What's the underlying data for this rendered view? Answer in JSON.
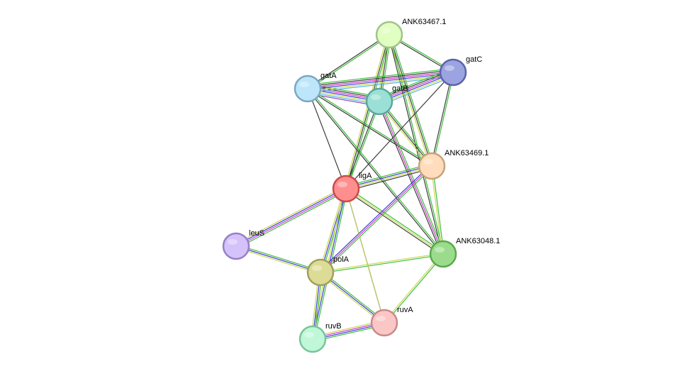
{
  "network": {
    "nodes": [
      {
        "id": "ANK63467",
        "label": "ANK63467.1",
        "fill": "#e0ffc0",
        "stroke": "#a3c28a"
      },
      {
        "id": "gatC",
        "label": "gatC",
        "fill": "#9ba3e0",
        "stroke": "#5a63a8"
      },
      {
        "id": "gatA",
        "label": "gatA",
        "fill": "#bde6fb",
        "stroke": "#7aa8c4"
      },
      {
        "id": "gatB",
        "label": "gatB",
        "fill": "#9be0d6",
        "stroke": "#5aa89e"
      },
      {
        "id": "ANK63469",
        "label": "ANK63469.1",
        "fill": "#ffdcbb",
        "stroke": "#c8a17c"
      },
      {
        "id": "ligA",
        "label": "ligA",
        "fill": "#ff8f8f",
        "stroke": "#cc4a4a"
      },
      {
        "id": "leuS",
        "label": "leuS",
        "fill": "#d5c2fb",
        "stroke": "#9680c4"
      },
      {
        "id": "ANK63048",
        "label": "ANK63048.1",
        "fill": "#9bdc8c",
        "stroke": "#5ca84c"
      },
      {
        "id": "polA",
        "label": "polA",
        "fill": "#dcdc96",
        "stroke": "#a0a05a"
      },
      {
        "id": "ruvA",
        "label": "ruvA",
        "fill": "#fbc6c6",
        "stroke": "#c88a8a"
      },
      {
        "id": "ruvB",
        "label": "ruvB",
        "fill": "#bff7d8",
        "stroke": "#7ac49a"
      }
    ],
    "edge_colors": {
      "green": "#33bb33",
      "black": "#333333",
      "yellow": "#c8d648",
      "magenta": "#cc33cc",
      "blue": "#3333cc",
      "lightblue": "#4ab3e0",
      "purple": "#8a3bb0"
    },
    "edges": [
      {
        "a": "ANK63467",
        "b": "gatA",
        "types": [
          "green",
          "black"
        ]
      },
      {
        "a": "ANK63467",
        "b": "gatB",
        "types": [
          "green",
          "black",
          "yellow"
        ]
      },
      {
        "a": "ANK63467",
        "b": "gatC",
        "types": [
          "green",
          "black"
        ]
      },
      {
        "a": "ANK63467",
        "b": "ligA",
        "types": [
          "green",
          "black",
          "yellow"
        ]
      },
      {
        "a": "ANK63467",
        "b": "ANK63469",
        "types": [
          "green",
          "black",
          "yellow"
        ]
      },
      {
        "a": "ANK63467",
        "b": "ANK63048",
        "types": [
          "green",
          "black"
        ]
      },
      {
        "a": "gatA",
        "b": "gatB",
        "types": [
          "green",
          "black",
          "magenta",
          "blue",
          "yellow",
          "lightblue",
          "purple"
        ]
      },
      {
        "a": "gatA",
        "b": "gatC",
        "types": [
          "green",
          "black",
          "magenta",
          "blue",
          "yellow",
          "lightblue"
        ]
      },
      {
        "a": "gatB",
        "b": "gatC",
        "types": [
          "green",
          "black",
          "magenta",
          "blue",
          "yellow",
          "lightblue"
        ]
      },
      {
        "a": "gatA",
        "b": "ligA",
        "types": [
          "black"
        ]
      },
      {
        "a": "gatA",
        "b": "ANK63469",
        "types": [
          "green",
          "black"
        ]
      },
      {
        "a": "gatA",
        "b": "ANK63048",
        "types": [
          "green",
          "black"
        ]
      },
      {
        "a": "gatB",
        "b": "ligA",
        "types": [
          "green",
          "black"
        ]
      },
      {
        "a": "gatB",
        "b": "ANK63469",
        "types": [
          "green",
          "black",
          "yellow"
        ]
      },
      {
        "a": "gatB",
        "b": "ANK63048",
        "types": [
          "green",
          "magenta",
          "black"
        ]
      },
      {
        "a": "gatC",
        "b": "ligA",
        "types": [
          "black"
        ]
      },
      {
        "a": "gatC",
        "b": "ANK63469",
        "types": [
          "green",
          "black"
        ]
      },
      {
        "a": "ligA",
        "b": "ANK63469",
        "types": [
          "green",
          "blue",
          "yellow",
          "black"
        ]
      },
      {
        "a": "ligA",
        "b": "ANK63048",
        "types": [
          "green",
          "yellow",
          "black"
        ]
      },
      {
        "a": "ligA",
        "b": "leuS",
        "types": [
          "green",
          "magenta",
          "blue",
          "yellow"
        ]
      },
      {
        "a": "ligA",
        "b": "polA",
        "types": [
          "green",
          "blue",
          "yellow"
        ]
      },
      {
        "a": "ligA",
        "b": "ruvA",
        "types": [
          "blue"
        ]
      },
      {
        "a": "ligA",
        "b": "ruvB",
        "types": [
          "green",
          "blue",
          "yellow"
        ]
      },
      {
        "a": "ANK63469",
        "b": "ANK63048",
        "types": [
          "green",
          "yellow"
        ]
      },
      {
        "a": "ANK63469",
        "b": "polA",
        "types": [
          "green",
          "magenta",
          "blue"
        ]
      },
      {
        "a": "ANK63048",
        "b": "polA",
        "types": [
          "green",
          "yellow"
        ]
      },
      {
        "a": "ANK63048",
        "b": "ruvA",
        "types": [
          "green",
          "yellow"
        ]
      },
      {
        "a": "leuS",
        "b": "polA",
        "types": [
          "green",
          "blue",
          "yellow"
        ]
      },
      {
        "a": "polA",
        "b": "ruvA",
        "types": [
          "green",
          "blue",
          "yellow"
        ]
      },
      {
        "a": "polA",
        "b": "ruvB",
        "types": [
          "green",
          "blue",
          "yellow"
        ]
      },
      {
        "a": "ruvA",
        "b": "ruvB",
        "types": [
          "green",
          "blue",
          "magenta",
          "yellow"
        ]
      },
      {
        "a": "ruvA",
        "b": "ligA",
        "types": [
          "yellow"
        ]
      }
    ]
  }
}
